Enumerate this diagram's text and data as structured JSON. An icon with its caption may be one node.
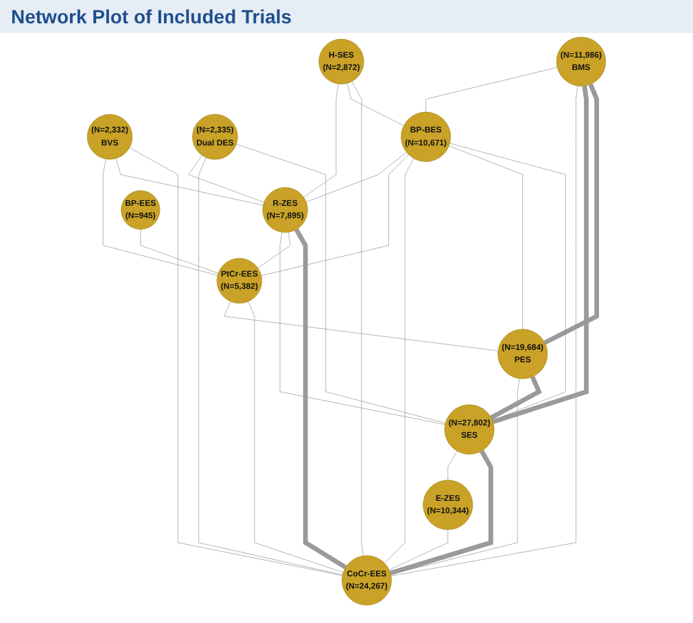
{
  "diagram": {
    "title": "Network Plot of Included Trials",
    "nodes": [
      {
        "text": [
          "(N=11,986)",
          "BMS"
        ]
      },
      {
        "text": [
          "(N=2,332)",
          "BVS"
        ]
      },
      {
        "text": [
          "(N=19,684)",
          "PES"
        ]
      },
      {
        "text": [
          "(N=2,335)",
          "Dual DES"
        ]
      },
      {
        "text": [
          "(N=27,802)",
          "SES"
        ]
      },
      {
        "text": [
          "H-SES",
          "(N=2,872)"
        ]
      },
      {
        "text": [
          "E-ZES",
          "(N=10,344)"
        ]
      },
      {
        "text": [
          "BP-BES",
          "(N=10,671)"
        ]
      },
      {
        "text": [
          "CoCr-EES",
          "(N=24,267)"
        ]
      },
      {
        "text": [
          "R-ZES",
          "(N=7,895)"
        ]
      },
      {
        "text": [
          "PtCr-EES",
          "(N=5,382)"
        ]
      },
      {
        "text": [
          "BP-EES",
          "(N=945)"
        ]
      }
    ],
    "edges": [
      {
        "from": 0,
        "to": 2,
        "arrow": "none",
        "style": "thick"
      },
      {
        "from": 0,
        "to": 4,
        "arrow": "none",
        "style": "thick"
      },
      {
        "from": 2,
        "to": 4,
        "arrow": "none",
        "style": "thick"
      },
      {
        "from": 4,
        "to": 8,
        "arrow": "none",
        "style": "thick"
      },
      {
        "from": 4,
        "to": 6,
        "arrow": "none"
      },
      {
        "from": 6,
        "to": 8,
        "arrow": "none"
      },
      {
        "from": 2,
        "to": 8,
        "arrow": "none"
      },
      {
        "from": 0,
        "to": 8,
        "arrow": "none"
      },
      {
        "from": 1,
        "to": 8,
        "arrow": "none"
      },
      {
        "from": 1,
        "to": 9,
        "arrow": "none"
      },
      {
        "from": 1,
        "to": 10,
        "arrow": "none"
      },
      {
        "from": 3,
        "to": 4,
        "arrow": "none"
      },
      {
        "from": 3,
        "to": 8,
        "arrow": "none"
      },
      {
        "from": 3,
        "to": 9,
        "arrow": "none"
      },
      {
        "from": 5,
        "to": 8,
        "arrow": "none"
      },
      {
        "from": 5,
        "to": 7,
        "arrow": "none"
      },
      {
        "from": 5,
        "to": 9,
        "arrow": "none"
      },
      {
        "from": 0,
        "to": 7,
        "arrow": "none"
      },
      {
        "from": 7,
        "to": 4,
        "arrow": "none"
      },
      {
        "from": 7,
        "to": 2,
        "arrow": "none"
      },
      {
        "from": 7,
        "to": 8,
        "arrow": "none"
      },
      {
        "from": 7,
        "to": 10,
        "arrow": "none"
      },
      {
        "from": 7,
        "to": 9,
        "arrow": "none"
      },
      {
        "from": 9,
        "to": 8,
        "arrow": "none",
        "style": "thick"
      },
      {
        "from": 9,
        "to": 10,
        "arrow": "none"
      },
      {
        "from": 9,
        "to": 4,
        "arrow": "none"
      },
      {
        "from": 11,
        "to": 10,
        "arrow": "none"
      },
      {
        "from": 10,
        "to": 8,
        "arrow": "none"
      },
      {
        "from": 10,
        "to": 2,
        "arrow": "none"
      }
    ]
  }
}
